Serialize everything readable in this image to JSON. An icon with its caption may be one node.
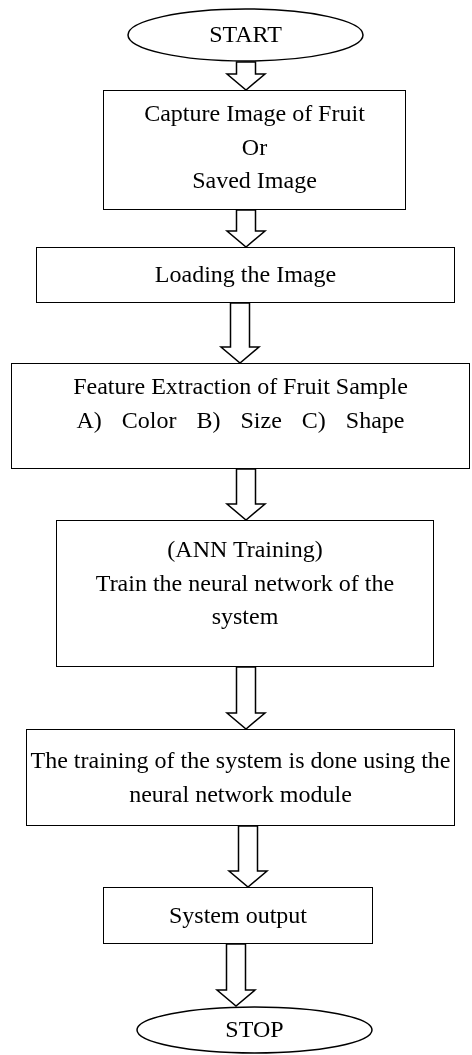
{
  "diagram": {
    "nodes": [
      {
        "text": [
          "START"
        ]
      },
      {
        "text": [
          "Capture Image of Fruit",
          "Or",
          "Saved Image"
        ]
      },
      {
        "text": [
          "Loading the Image"
        ]
      },
      {
        "text": [
          "Feature Extraction of Fruit Sample",
          "A) Color B) Size C) Shape"
        ]
      },
      {
        "text": [
          "(ANN Training)",
          "Train the neural network of the system"
        ]
      },
      {
        "text": [
          "The training of the system is done using the neural network module"
        ]
      },
      {
        "text": [
          "System output"
        ]
      },
      {
        "text": [
          "STOP"
        ]
      }
    ],
    "edges": [
      {
        "from": 0,
        "to": 1,
        "arrow": "to"
      },
      {
        "from": 1,
        "to": 2,
        "arrow": "to"
      },
      {
        "from": 2,
        "to": 3,
        "arrow": "to"
      },
      {
        "from": 3,
        "to": 4,
        "arrow": "to"
      },
      {
        "from": 4,
        "to": 5,
        "arrow": "to"
      },
      {
        "from": 5,
        "to": 6,
        "arrow": "to"
      },
      {
        "from": 6,
        "to": 7,
        "arrow": "to"
      }
    ]
  }
}
